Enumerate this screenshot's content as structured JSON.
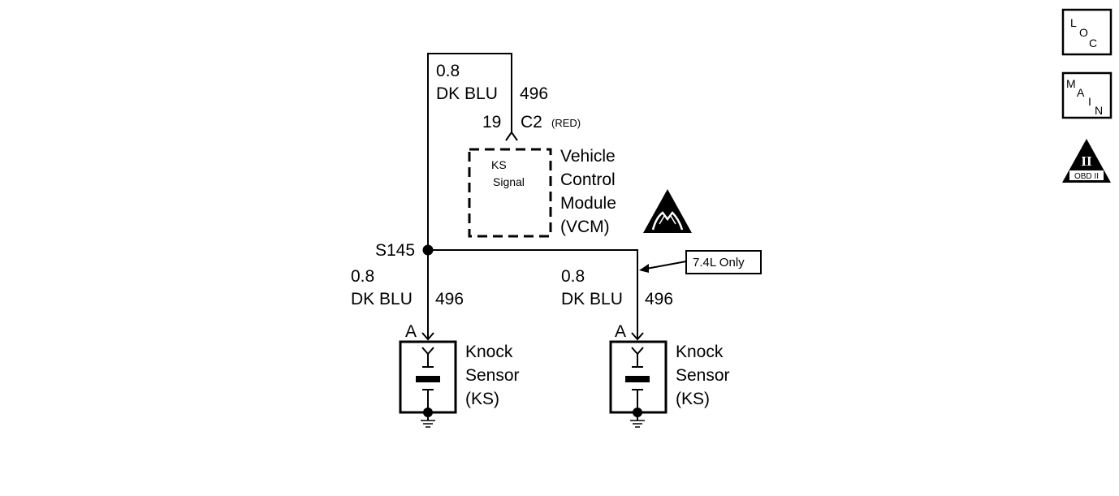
{
  "nav": {
    "loc": {
      "l1": "L",
      "l2": "O",
      "l3": "C"
    },
    "main": {
      "l1": "M",
      "l2": "A",
      "l3": "I",
      "l4": "N"
    },
    "obd": {
      "numeral": "II",
      "label": "OBD II"
    }
  },
  "top_wire": {
    "gauge": "0.8",
    "color": "DK BLU",
    "circuit": "496"
  },
  "connector": {
    "pin": "19",
    "name": "C2",
    "color_note": "(RED)"
  },
  "vcm": {
    "inner_line1": "KS",
    "inner_line2": "Signal",
    "line1": "Vehicle",
    "line2": "Control",
    "line3": "Module",
    "line4": "(VCM)"
  },
  "splice": {
    "label": "S145"
  },
  "left_wire": {
    "gauge": "0.8",
    "color": "DK BLU",
    "circuit": "496",
    "terminal": "A"
  },
  "right_wire": {
    "gauge": "0.8",
    "color": "DK BLU",
    "circuit": "496",
    "terminal": "A"
  },
  "note": {
    "label": "7.4L Only"
  },
  "left_sensor": {
    "line1": "Knock",
    "line2": "Sensor",
    "line3": "(KS)"
  },
  "right_sensor": {
    "line1": "Knock",
    "line2": "Sensor",
    "line3": "(KS)"
  },
  "icons": {
    "esd": "esd-warning-icon",
    "ground": "ground-icon"
  }
}
